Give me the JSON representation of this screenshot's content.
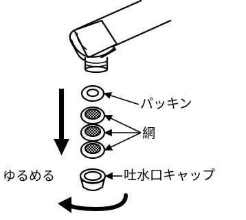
{
  "labels": {
    "packing": "パッキン",
    "mesh": "網",
    "loosen": "ゆるめる",
    "spout_cap": "吐水口キャップ"
  }
}
